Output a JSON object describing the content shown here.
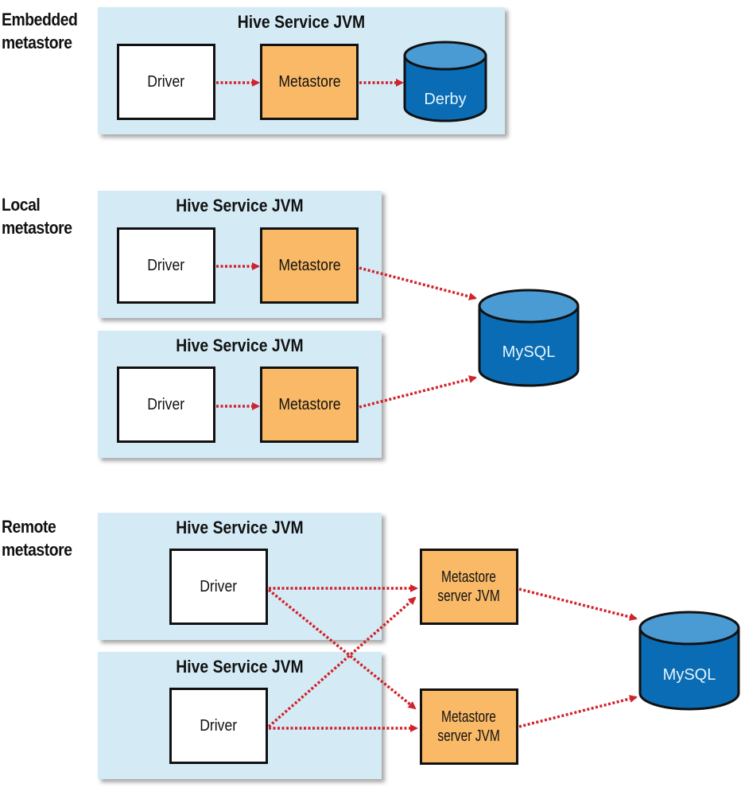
{
  "colors": {
    "jvm_background": "#d4ebf6",
    "driver_fill": "#ffffff",
    "metastore_fill": "#f9b966",
    "db_body": "#0a6cb4",
    "db_top": "#4a9bd3",
    "arrow": "#d0232b",
    "border": "#111111"
  },
  "sections": [
    {
      "label_line1": "Embedded",
      "label_line2": "metastore",
      "jvms": [
        {
          "title": "Hive Service JVM",
          "driver": "Driver",
          "metastore": "Metastore"
        }
      ],
      "database": "Derby"
    },
    {
      "label_line1": "Local",
      "label_line2": "metastore",
      "jvms": [
        {
          "title": "Hive Service JVM",
          "driver": "Driver",
          "metastore": "Metastore"
        },
        {
          "title": "Hive Service JVM",
          "driver": "Driver",
          "metastore": "Metastore"
        }
      ],
      "database": "MySQL"
    },
    {
      "label_line1": "Remote",
      "label_line2": "metastore",
      "jvms": [
        {
          "title": "Hive Service JVM",
          "driver": "Driver"
        },
        {
          "title": "Hive Service JVM",
          "driver": "Driver"
        }
      ],
      "metastore_servers": [
        {
          "line1": "Metastore",
          "line2": "server JVM"
        },
        {
          "line1": "Metastore",
          "line2": "server JVM"
        }
      ],
      "database": "MySQL"
    }
  ]
}
